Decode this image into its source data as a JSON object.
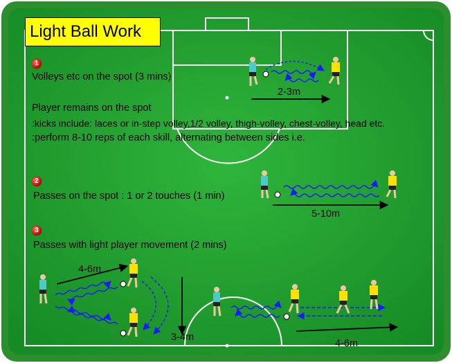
{
  "title": "Light Ball Work",
  "sections": [
    {
      "number": "1",
      "heading": "Volleys etc on the spot (3 mins)",
      "lines": [
        "Player remains on the spot",
        ":kicks include: laces or in-step volley,1/2 volley, thigh-volley, chest-volley, head etc.",
        ":perform 8-10 reps of each skill, alternating between sides i.e."
      ],
      "distance": "2-3m"
    },
    {
      "number": "2",
      "heading": "Passes on the spot : 1 or 2 touches (1 min)",
      "distance": "5-10m"
    },
    {
      "number": "3",
      "heading": "Passes with light player movement (2 mins)",
      "distances": [
        "4-6m",
        "3-4m",
        "4-6m"
      ]
    }
  ],
  "colors": {
    "pitch": "#1e9a2e",
    "border": "#2a8a2a",
    "lines": "#ffffff",
    "title_bg": "#ffff00",
    "badge": "#d00000",
    "team_a": "#4fc8c8",
    "team_b": "#ffe000",
    "pass_arrow": "#1a1aff"
  }
}
